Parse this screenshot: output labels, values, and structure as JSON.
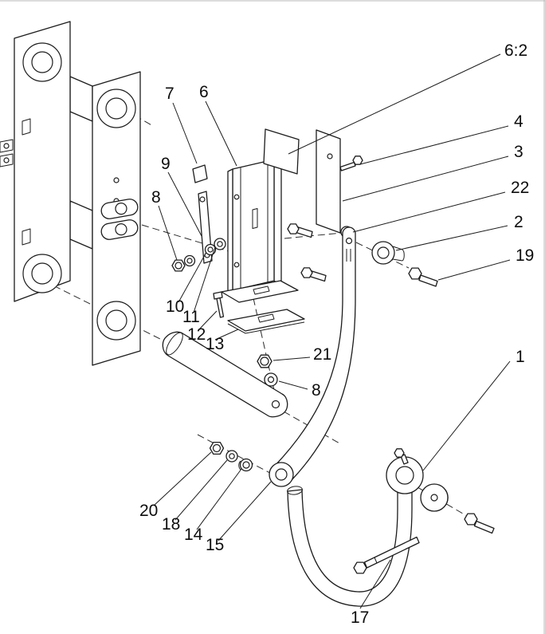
{
  "diagram": {
    "type": "exploded-parts-diagram",
    "background": "#ffffff",
    "line_color": "#1c1c1c"
  },
  "callouts": [
    {
      "id": "6-2",
      "label": "6:2"
    },
    {
      "id": "4",
      "label": "4"
    },
    {
      "id": "3",
      "label": "3"
    },
    {
      "id": "22",
      "label": "22"
    },
    {
      "id": "2",
      "label": "2"
    },
    {
      "id": "19",
      "label": "19"
    },
    {
      "id": "1",
      "label": "1"
    },
    {
      "id": "7",
      "label": "7"
    },
    {
      "id": "6",
      "label": "6"
    },
    {
      "id": "9",
      "label": "9"
    },
    {
      "id": "8-upper",
      "label": "8"
    },
    {
      "id": "10",
      "label": "10"
    },
    {
      "id": "11",
      "label": "11"
    },
    {
      "id": "12",
      "label": "12"
    },
    {
      "id": "13",
      "label": "13"
    },
    {
      "id": "21",
      "label": "21"
    },
    {
      "id": "8-mid",
      "label": "8"
    },
    {
      "id": "20",
      "label": "20"
    },
    {
      "id": "18",
      "label": "18"
    },
    {
      "id": "14",
      "label": "14"
    },
    {
      "id": "15",
      "label": "15"
    },
    {
      "id": "17",
      "label": "17"
    }
  ]
}
